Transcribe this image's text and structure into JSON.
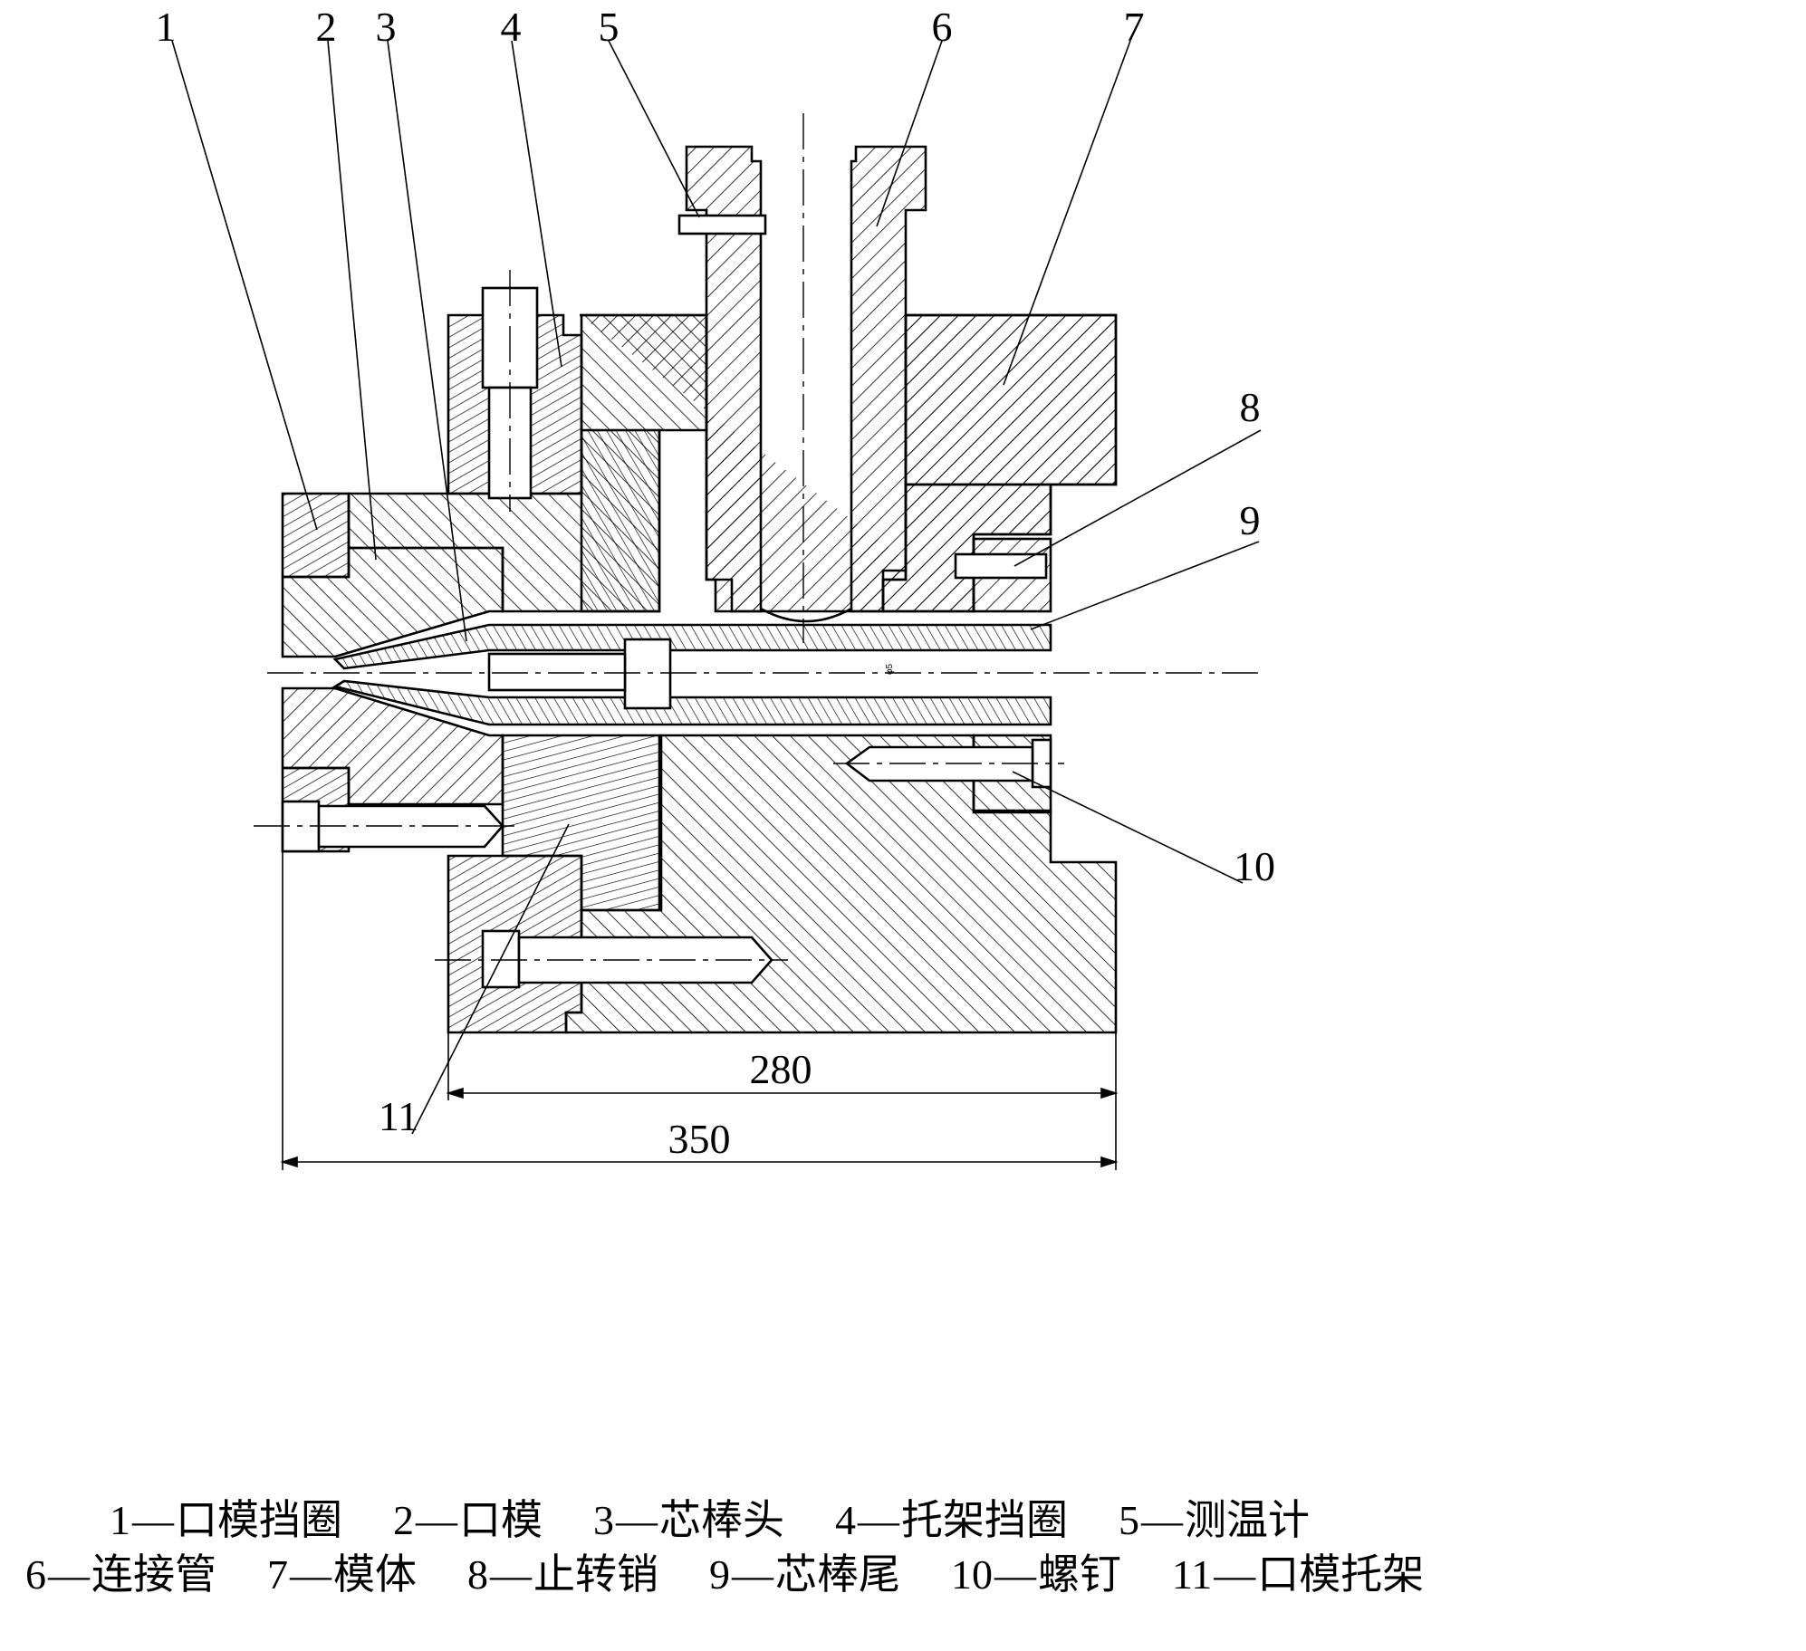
{
  "figure": {
    "part_numbers": [
      "1",
      "2",
      "3",
      "4",
      "5",
      "6",
      "7",
      "8",
      "9",
      "10",
      "11"
    ],
    "dimensions": {
      "inner_width": "280",
      "overall_width": "350"
    },
    "small_annotation": "φ5"
  },
  "legend": {
    "separator": "—",
    "line1": [
      {
        "num": "1",
        "name": "口模挡圈"
      },
      {
        "num": "2",
        "name": "口模"
      },
      {
        "num": "3",
        "name": "芯棒头"
      },
      {
        "num": "4",
        "name": "托架挡圈"
      },
      {
        "num": "5",
        "name": "测温计"
      }
    ],
    "line2": [
      {
        "num": "6",
        "name": "连接管"
      },
      {
        "num": "7",
        "name": "模体"
      },
      {
        "num": "8",
        "name": "止转销"
      },
      {
        "num": "9",
        "name": "芯棒尾"
      },
      {
        "num": "10",
        "name": "螺钉"
      },
      {
        "num": "11",
        "name": "口模托架"
      }
    ]
  }
}
